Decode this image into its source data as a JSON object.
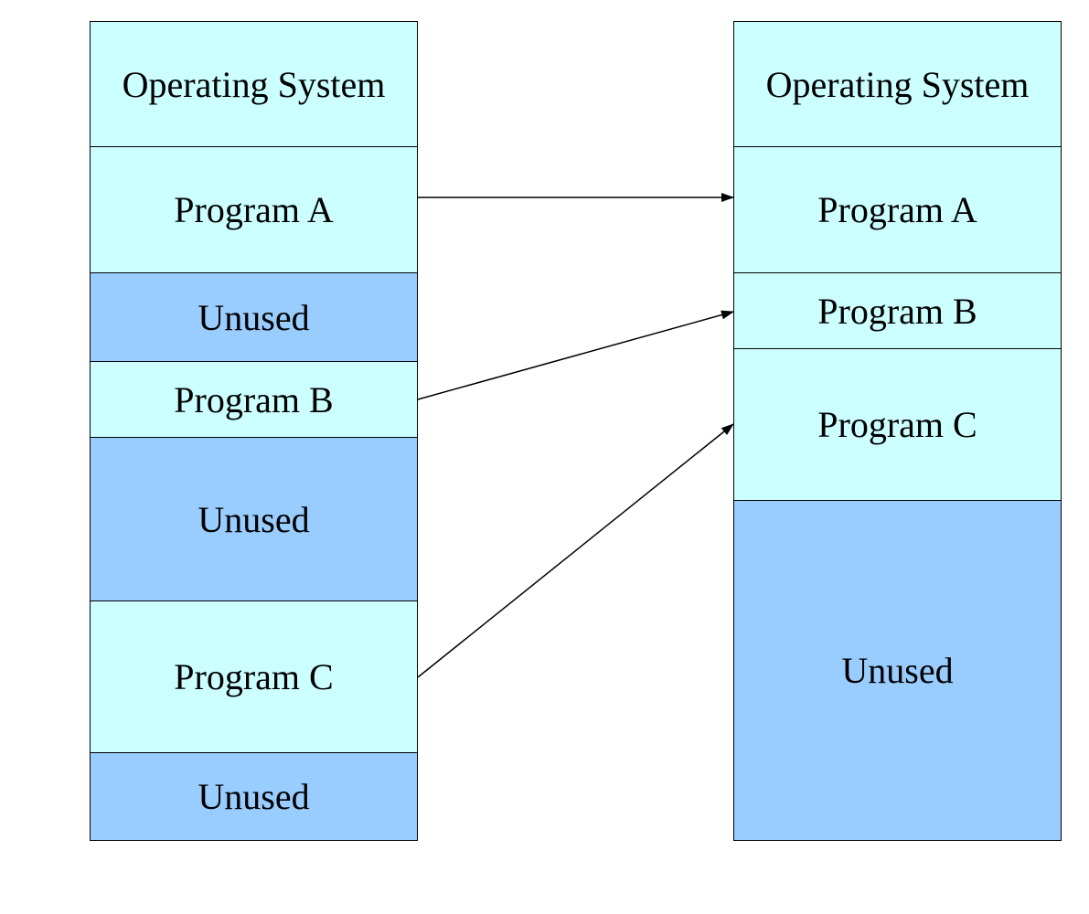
{
  "colors": {
    "program": "#ccffff",
    "unused": "#99ccff",
    "border": "#000000",
    "arrow": "#000000"
  },
  "before": {
    "blocks": [
      {
        "label": "Operating System",
        "kind": "program",
        "size": 138
      },
      {
        "label": "Program A",
        "kind": "program",
        "size": 138
      },
      {
        "label": "Unused",
        "kind": "unused",
        "size": 97
      },
      {
        "label": "Program B",
        "kind": "program",
        "size": 83
      },
      {
        "label": "Unused",
        "kind": "unused",
        "size": 179
      },
      {
        "label": "Program C",
        "kind": "program",
        "size": 166
      },
      {
        "label": "Unused",
        "kind": "unused",
        "size": 96
      }
    ]
  },
  "after": {
    "blocks": [
      {
        "label": "Operating System",
        "kind": "program",
        "size": 138
      },
      {
        "label": "Program A",
        "kind": "program",
        "size": 138
      },
      {
        "label": "Program B",
        "kind": "program",
        "size": 83
      },
      {
        "label": "Program C",
        "kind": "program",
        "size": 166
      },
      {
        "label": "Unused",
        "kind": "unused",
        "size": 372
      }
    ]
  },
  "arrows": [
    {
      "from": "Program A",
      "to": "Program A"
    },
    {
      "from": "Program B",
      "to": "Program B"
    },
    {
      "from": "Program C",
      "to": "Program C"
    }
  ]
}
